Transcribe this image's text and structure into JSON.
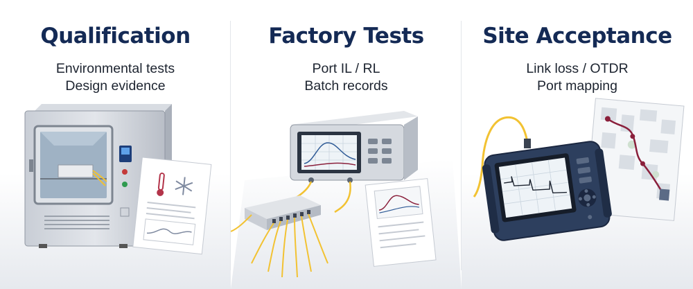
{
  "panels": [
    {
      "title": "Qualification",
      "lines": [
        "Environmental tests",
        "Design evidence"
      ],
      "icons": [
        "environmental-chamber",
        "thermometer-icon",
        "snowflake-icon",
        "document-icon"
      ]
    },
    {
      "title": "Factory Tests",
      "lines": [
        "Port IL / RL",
        "Batch records"
      ],
      "icons": [
        "test-instrument",
        "splitter-module",
        "document-icon"
      ]
    },
    {
      "title": "Site Acceptance",
      "lines": [
        "Link loss / OTDR",
        "Port mapping"
      ],
      "icons": [
        "otdr-handheld",
        "site-map",
        "document-icon"
      ]
    }
  ],
  "colors": {
    "title": "#142a55",
    "text": "#1d2430",
    "fiber": "#f2c232",
    "trace": "#8a1f3b",
    "screen": "#eef3f7"
  }
}
